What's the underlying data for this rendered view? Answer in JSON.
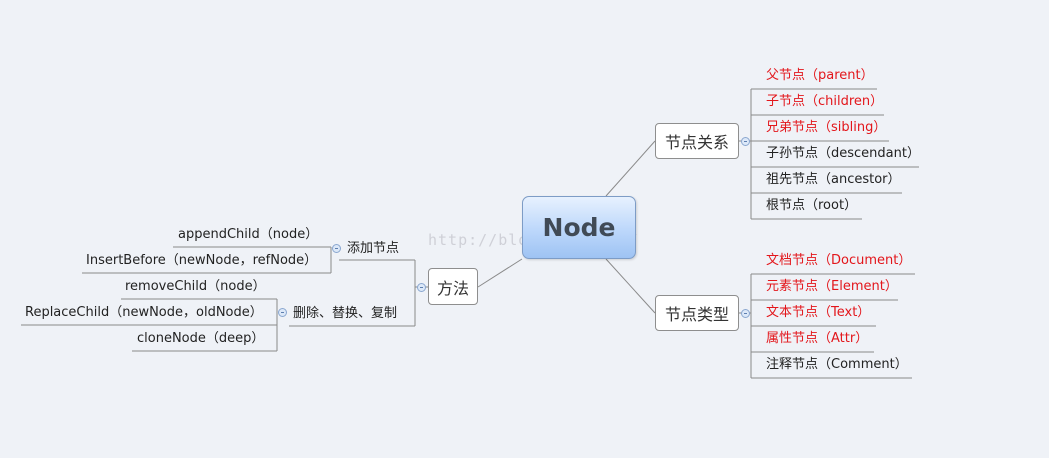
{
  "root": {
    "label": "Node"
  },
  "watermark": "http://blog.csdn.net/",
  "relations": {
    "label": "节点关系",
    "items": [
      {
        "text": "父节点（parent）",
        "color": "red"
      },
      {
        "text": "子节点（children）",
        "color": "red"
      },
      {
        "text": "兄弟节点（sibling）",
        "color": "red"
      },
      {
        "text": "子孙节点（descendant）",
        "color": "black"
      },
      {
        "text": "祖先节点（ancestor）",
        "color": "black"
      },
      {
        "text": "根节点（root）",
        "color": "black"
      }
    ]
  },
  "types": {
    "label": "节点类型",
    "items": [
      {
        "text": "文档节点（Document）",
        "color": "red"
      },
      {
        "text": "元素节点（Element）",
        "color": "red"
      },
      {
        "text": "文本节点（Text）",
        "color": "red"
      },
      {
        "text": "属性节点（Attr）",
        "color": "red"
      },
      {
        "text": "注释节点（Comment）",
        "color": "black"
      }
    ]
  },
  "methods": {
    "label": "方法",
    "groups": [
      {
        "label": "添加节点",
        "items": [
          "appendChild（node）",
          "InsertBefore（newNode，refNode）"
        ]
      },
      {
        "label": "删除、替换、复制",
        "items": [
          "removeChild（node）",
          "ReplaceChild（newNode，oldNode）",
          "cloneNode（deep）"
        ]
      }
    ]
  },
  "colors": {
    "accent_red": "#e3161b",
    "root_fill": "#bcd7fb",
    "background": "#eff2f7"
  }
}
